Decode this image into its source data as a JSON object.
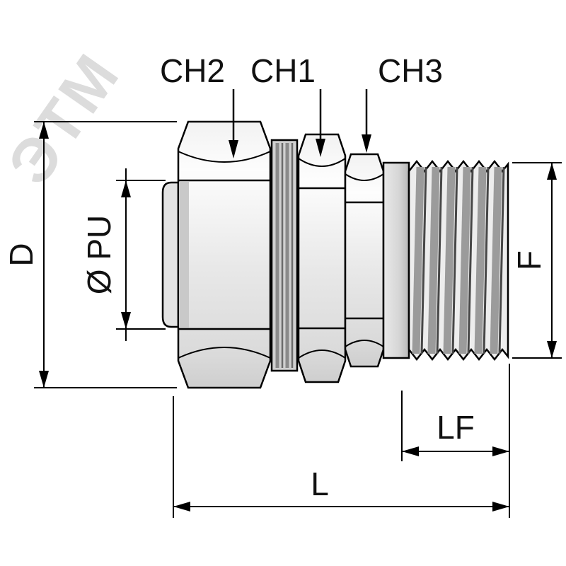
{
  "drawing": {
    "title_hint": "threaded cable-gland fitting dimensional drawing",
    "watermark": "ЭТМ",
    "labels": {
      "ch2": "CH2",
      "ch1": "CH1",
      "ch3": "CH3",
      "d": "D",
      "pu": "Ø PU",
      "f": "F",
      "lf": "LF",
      "l": "L"
    },
    "colors": {
      "line": "#000000",
      "body_fill_light": "#f0f0f0",
      "body_fill_dark": "#cfcfcf",
      "shade_gray": "#9b9b9b",
      "dark_groove": "#474747",
      "watermark_gray": "#dcdcdc",
      "background": "#ffffff"
    }
  }
}
